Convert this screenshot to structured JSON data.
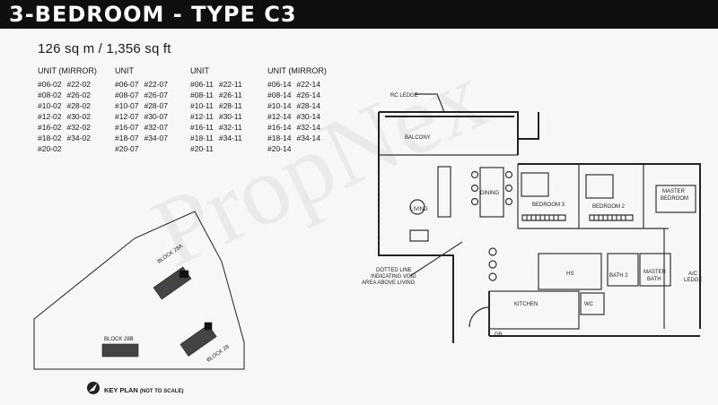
{
  "title": "3-BEDROOM - TYPE C3",
  "area": "126 sq m / 1,356 sq ft",
  "unit_groups": [
    {
      "header": "UNIT (MIRROR)",
      "col1": [
        "#06-02",
        "#08-02",
        "#10-02",
        "#12-02",
        "#16-02",
        "#18-02",
        "#20-02"
      ],
      "col2": [
        "#22-02",
        "#26-02",
        "#28-02",
        "#30-02",
        "#32-02",
        "#34-02"
      ]
    },
    {
      "header": "UNIT",
      "col1": [
        "#06-07",
        "#08-07",
        "#10-07",
        "#12-07",
        "#16-07",
        "#18-07",
        "#20-07"
      ],
      "col2": [
        "#22-07",
        "#26-07",
        "#28-07",
        "#30-07",
        "#32-07",
        "#34-07"
      ]
    },
    {
      "header": "UNIT",
      "col1": [
        "#06-11",
        "#08-11",
        "#10-11",
        "#12-11",
        "#16-11",
        "#18-11",
        "#20-11"
      ],
      "col2": [
        "#22-11",
        "#26-11",
        "#28-11",
        "#30-11",
        "#32-11",
        "#34-11"
      ]
    },
    {
      "header": "UNIT (MIRROR)",
      "col1": [
        "#06-14",
        "#08-14",
        "#10-14",
        "#12-14",
        "#16-14",
        "#18-14",
        "#20-14"
      ],
      "col2": [
        "#22-14",
        "#26-14",
        "#28-14",
        "#30-14",
        "#32-14",
        "#34-14"
      ]
    }
  ],
  "floorplan_labels": {
    "rc_ledge": "RC LEDGE",
    "balcony": "BALCONY",
    "dining": "DINING",
    "living": "LIVING",
    "bedroom3": "BEDROOM 3",
    "bedroom2": "BEDROOM 2",
    "master_bedroom_1": "MASTER",
    "master_bedroom_2": "BEDROOM",
    "void_note_1": "DOTTED LINE",
    "void_note_2": "INDICATING VOID",
    "void_note_3": "AREA ABOVE LIVING",
    "hs": "HS",
    "bath2": "BATH 2",
    "master_bath_1": "MASTER",
    "master_bath_2": "BATH",
    "ac_ledge_1": "A/C",
    "ac_ledge_2": "LEDGE",
    "kitchen": "KITCHEN",
    "wc": "WC",
    "db": "DB"
  },
  "key_plan_labels": {
    "block_28a": "BLOCK 28A",
    "block_28b": "BLOCK 28B",
    "block_28": "BLOCK 28"
  },
  "key_plan_caption": "KEY PLAN",
  "key_plan_note": "(NOT TO SCALE)",
  "watermark": "PropNex"
}
